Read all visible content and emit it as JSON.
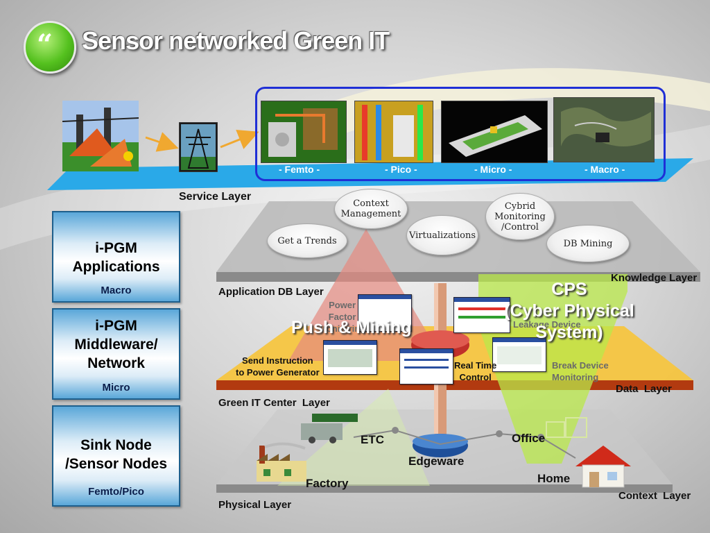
{
  "title": "Sensor networked Green IT",
  "service_layer": {
    "label": "Service Layer",
    "scales": [
      "- Femto -",
      "- Pico -",
      "- Micro -",
      "- Macro -"
    ]
  },
  "side_boxes": [
    {
      "main": "i-PGM\nApplications",
      "sub": "Macro"
    },
    {
      "main": "i-PGM\nMiddleware/\nNetwork",
      "sub": "Micro"
    },
    {
      "main": "Sink Node\n/Sensor Nodes",
      "sub": "Femto/Pico"
    }
  ],
  "knowledge_ovals": {
    "context_management": "Context Management",
    "get_trends": "Get a Trends",
    "virtualizations": "Virtualizations",
    "cybrid": "Cybrid Monitoring /Control",
    "db_mining": "DB Mining"
  },
  "layers": {
    "knowledge": "Knowledge Layer",
    "application_db": "Application DB Layer",
    "data": "Data  Layer",
    "green_it_center": "Green IT Center  Layer",
    "physical": "Physical Layer",
    "context": "Context  Layer"
  },
  "overlays": {
    "push_mining": "Push & Mining",
    "cps": "CPS\n(Cyber Physical\nSystem)"
  },
  "center_labels": {
    "power_factor": "Power\nFactor\nMonitoring",
    "leakage": "Leakage Device",
    "send_instruction": "Send Instruction\nto Power Generator",
    "real_time": "Real Time\nControl",
    "break_device": "Break Device\nMonitoring"
  },
  "physical_labels": {
    "etc": "ETC",
    "office": "Office",
    "edgeware": "Edgeware",
    "factory": "Factory",
    "home": "Home"
  },
  "colors": {
    "accent_blue": "#1f2fd6",
    "cyan_band": "#2aa9e8",
    "yellow_plane": "#f5c540",
    "dark_red_band": "#b23a10",
    "cps_green": "#b9e84a",
    "push_red": "#e58a80"
  }
}
